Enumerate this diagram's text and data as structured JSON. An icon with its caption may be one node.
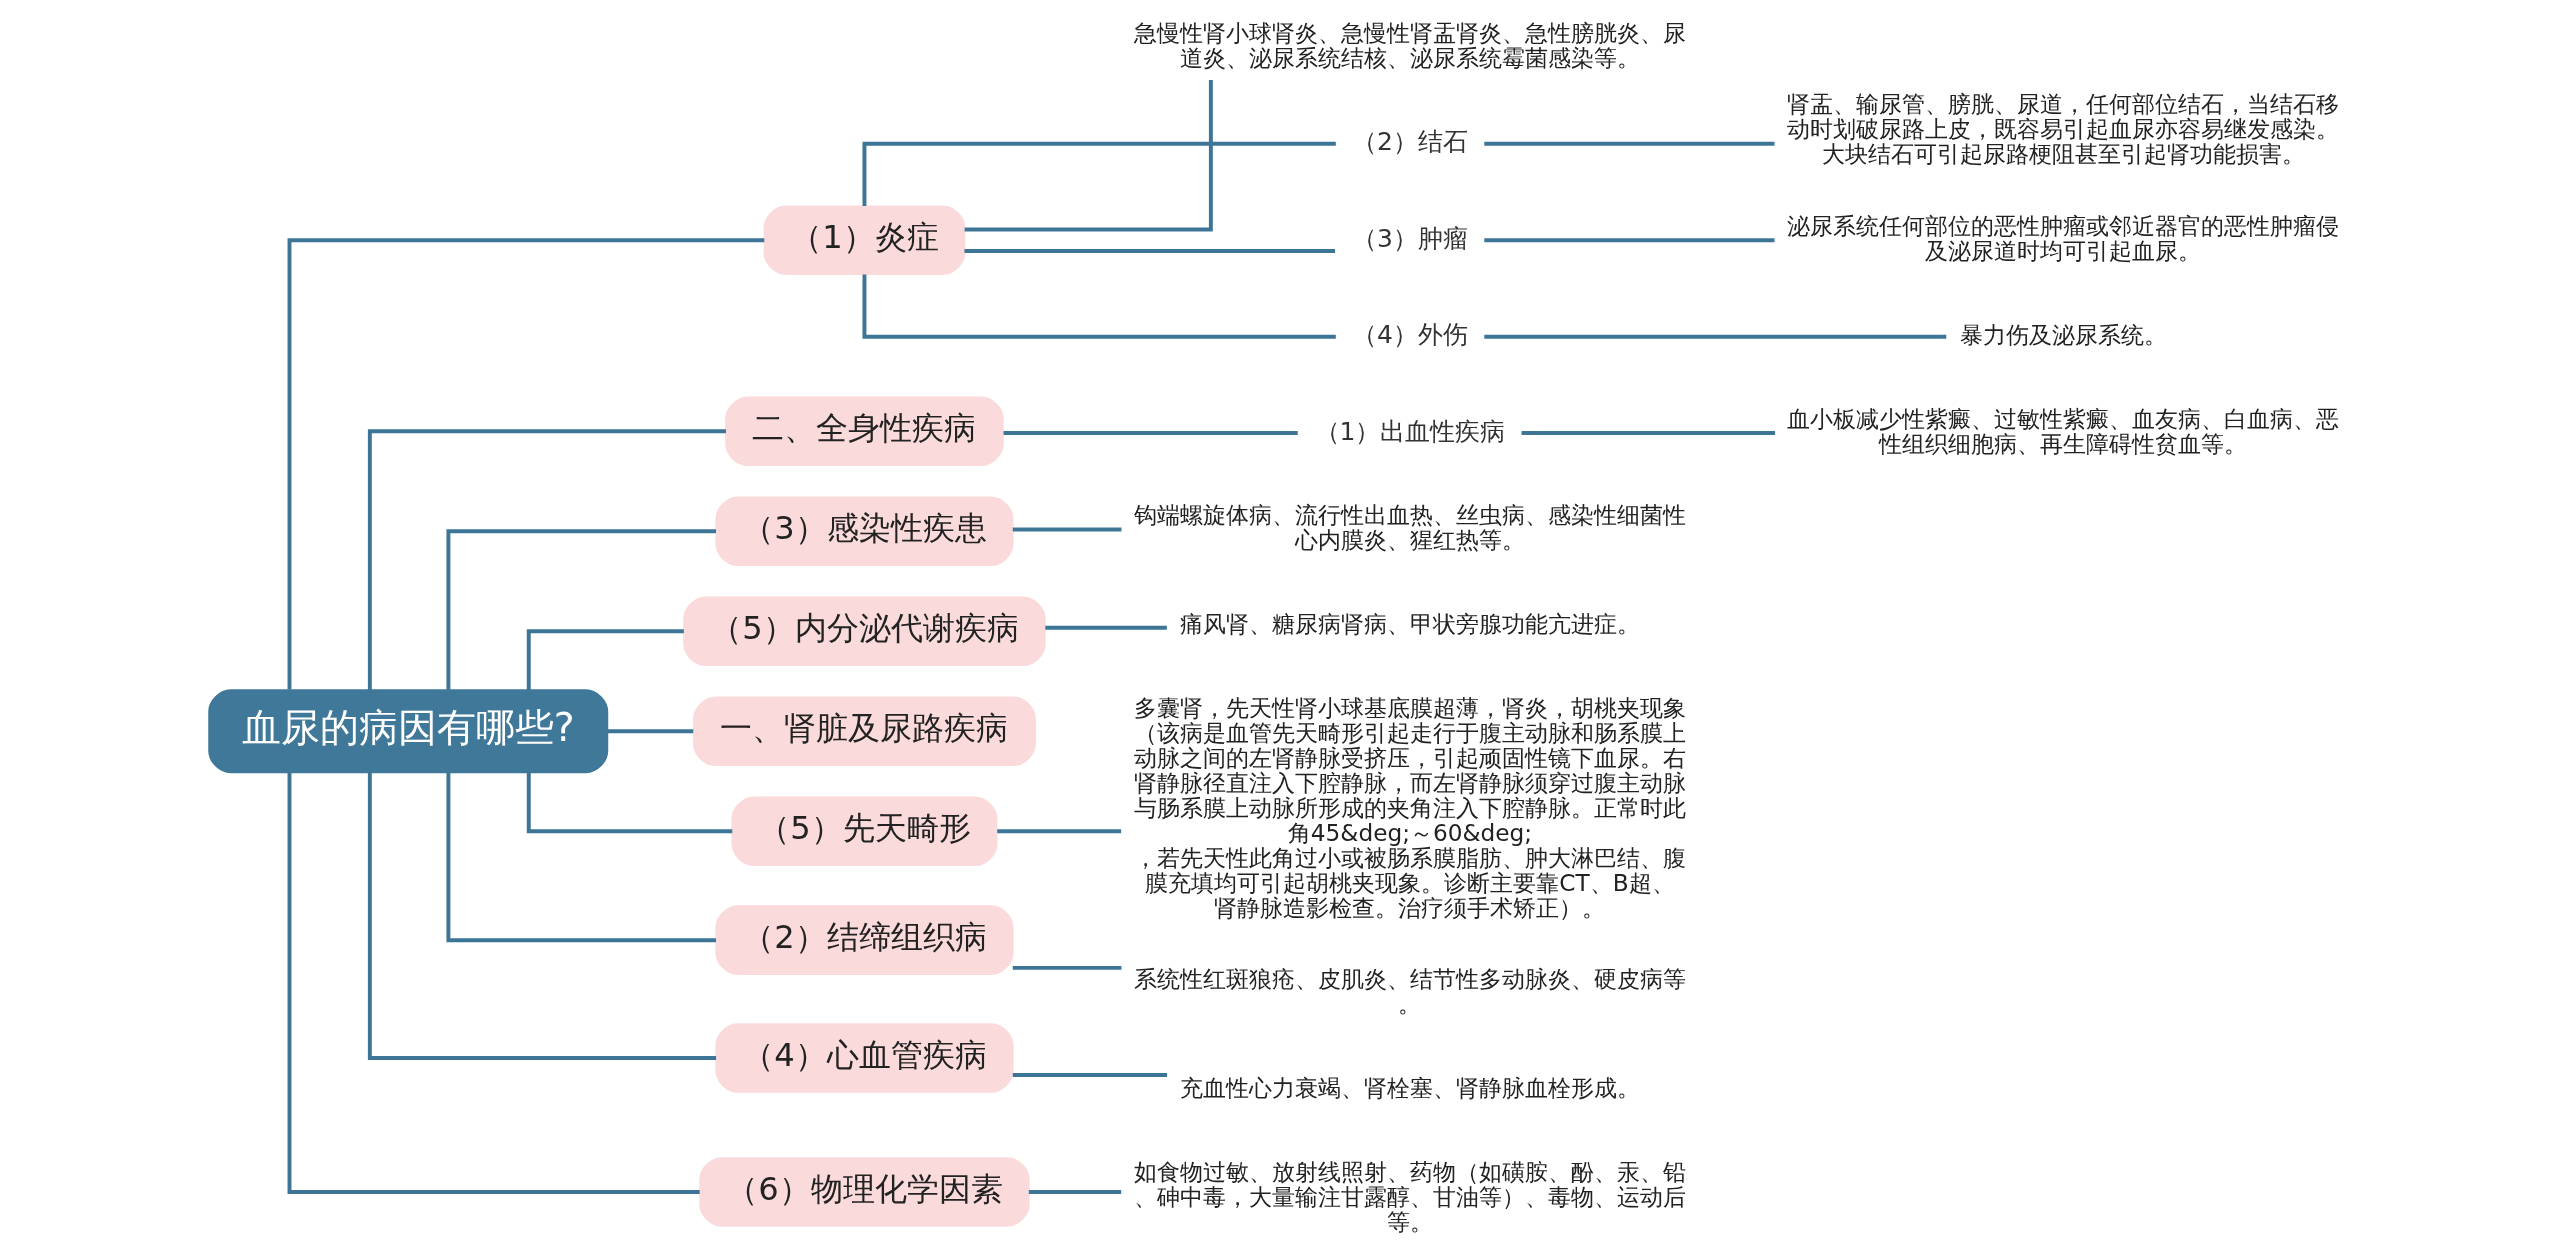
{
  "diagram": {
    "nodes": [
      {
        "text": [
          "血尿的病因有哪些?"
        ]
      },
      {
        "text": [
          "（1）炎症"
        ]
      },
      {
        "text": [
          "急慢性肾小球肾炎、急慢性肾盂肾炎、急性膀胱炎、尿道炎、泌尿系统结核、泌尿系统霉菌感染等。"
        ]
      },
      {
        "text": [
          "（2）结石"
        ]
      },
      {
        "text": [
          "肾盂、输尿管、膀胱、尿道，任何部位结石，当结石移动时划破尿路上皮，既容易引起血尿亦容易继发感染。大块结石可引起尿路梗阻甚至引起肾功能损害。"
        ]
      },
      {
        "text": [
          "（3）肿瘤"
        ]
      },
      {
        "text": [
          "泌尿系统任何部位的恶性肿瘤或邻近器官的恶性肿瘤侵及泌尿道时均可引起血尿。"
        ]
      },
      {
        "text": [
          "（4）外伤"
        ]
      },
      {
        "text": [
          "暴力伤及泌尿系统。"
        ]
      },
      {
        "text": [
          "二、全身性疾病"
        ]
      },
      {
        "text": [
          "（1）出血性疾病"
        ]
      },
      {
        "text": [
          "血小板减少性紫癜、过敏性紫癜、血友病、白血病、恶性组织细胞病、再生障碍性贫血等。"
        ]
      },
      {
        "text": [
          "（3）感染性疾患"
        ]
      },
      {
        "text": [
          "钩端螺旋体病、流行性出血热、丝虫病、感染性细菌性心内膜炎、猩红热等。"
        ]
      },
      {
        "text": [
          "（5）内分泌代谢疾病"
        ]
      },
      {
        "text": [
          "痛风肾、糖尿病肾病、甲状旁腺功能亢进症。"
        ]
      },
      {
        "text": [
          "一、肾脏及尿路疾病"
        ]
      },
      {
        "text": [
          "（5）先天畸形"
        ]
      },
      {
        "text": [
          "多囊肾，先天性肾小球基底膜超薄，肾炎，胡桃夹现象（该病是血管先天畸形引起走行于腹主动脉和肠系膜上动脉之间的左肾静脉受挤压，引起顽固性镜下血尿。右肾静脉径直注入下腔静脉，而左肾静脉须穿过腹主动脉与肠系膜上动脉所形成的夹角注入下腔静脉。正常时此角45&deg;～60&deg;，若先天性此角过小或被肠系膜脂肪、肿大淋巴结、腹膜充填均可引起胡桃夹现象。诊断主要靠CT、B超、肾静脉造影检查。治疗须手术矫正）。"
        ]
      },
      {
        "text": [
          "（2）结缔组织病"
        ]
      },
      {
        "text": [
          "系统性红斑狼疮、皮肌炎、结节性多动脉炎、硬皮病等。"
        ]
      },
      {
        "text": [
          "（4）心血管疾病"
        ]
      },
      {
        "text": [
          "充血性心力衰竭、肾栓塞、肾静脉血栓形成。"
        ]
      },
      {
        "text": [
          "（6）物理化学因素"
        ]
      },
      {
        "text": [
          "如食物过敏、放射线照射、药物（如磺胺、酚、汞、铅、砷中毒，大量输注甘露醇、甘油等）、毒物、运动后等。"
        ]
      }
    ],
    "edges": [
      {
        "from": 0,
        "to": 1,
        "arrow": "none"
      },
      {
        "from": 1,
        "to": 2,
        "arrow": "none"
      },
      {
        "from": 1,
        "to": 3,
        "arrow": "none"
      },
      {
        "from": 3,
        "to": 4,
        "arrow": "none"
      },
      {
        "from": 1,
        "to": 5,
        "arrow": "none"
      },
      {
        "from": 5,
        "to": 6,
        "arrow": "none"
      },
      {
        "from": 1,
        "to": 7,
        "arrow": "none"
      },
      {
        "from": 7,
        "to": 8,
        "arrow": "none"
      },
      {
        "from": 0,
        "to": 9,
        "arrow": "none"
      },
      {
        "from": 9,
        "to": 10,
        "arrow": "none"
      },
      {
        "from": 10,
        "to": 11,
        "arrow": "none"
      },
      {
        "from": 0,
        "to": 12,
        "arrow": "none"
      },
      {
        "from": 12,
        "to": 13,
        "arrow": "none"
      },
      {
        "from": 0,
        "to": 14,
        "arrow": "none"
      },
      {
        "from": 14,
        "to": 15,
        "arrow": "none"
      },
      {
        "from": 0,
        "to": 16,
        "arrow": "none"
      },
      {
        "from": 0,
        "to": 17,
        "arrow": "none"
      },
      {
        "from": 17,
        "to": 18,
        "arrow": "none"
      },
      {
        "from": 0,
        "to": 19,
        "arrow": "none"
      },
      {
        "from": 19,
        "to": 20,
        "arrow": "none"
      },
      {
        "from": 0,
        "to": 21,
        "arrow": "none"
      },
      {
        "from": 21,
        "to": 22,
        "arrow": "none"
      },
      {
        "from": 0,
        "to": 23,
        "arrow": "none"
      },
      {
        "from": 23,
        "to": 24,
        "arrow": "none"
      }
    ]
  }
}
